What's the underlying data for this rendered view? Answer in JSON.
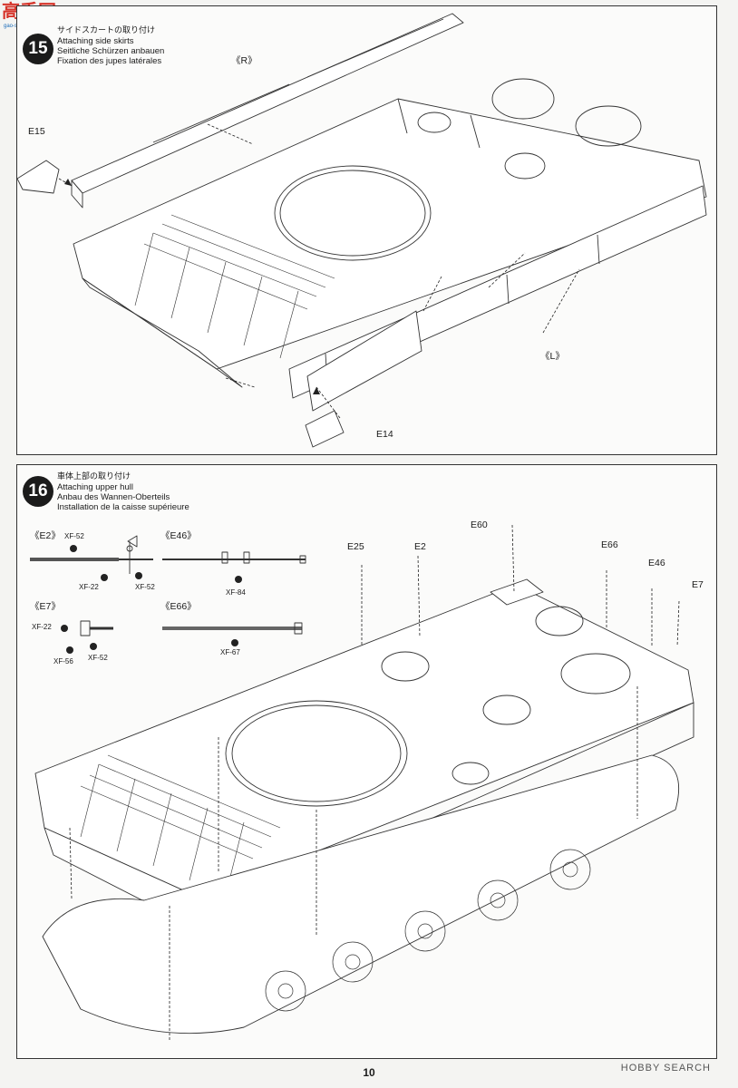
{
  "watermark": {
    "logo_text": "高手网",
    "url": "gao-shoufu.com"
  },
  "steps": [
    {
      "number": "15",
      "title_jp": "サイドスカートの取り付け",
      "title_en": "Attaching side skirts",
      "title_de": "Seitliche Schürzen anbauen",
      "title_fr": "Fixation des jupes latérales",
      "labels": {
        "r_side": "《R》",
        "l_side": "《L》",
        "e15": "E15",
        "e14": "E14"
      }
    },
    {
      "number": "16",
      "title_jp": "車体上部の取り付け",
      "title_en": "Attaching upper hull",
      "title_de": "Anbau des Wannen-Oberteils",
      "title_fr": "Installation de la caisse supérieure",
      "details": {
        "e2": {
          "title": "《E2》",
          "xf52a": "XF-52",
          "xf22": "XF-22",
          "xf52b": "XF-52"
        },
        "e46": {
          "title": "《E46》",
          "xf84": "XF-84"
        },
        "e7": {
          "title": "《E7》",
          "xf22": "XF-22",
          "xf56": "XF-56",
          "xf52": "XF-52"
        },
        "e66": {
          "title": "《E66》",
          "xf67": "XF-67"
        }
      },
      "labels": {
        "e25": "E25",
        "e2": "E2",
        "e60": "E60",
        "e66": "E66",
        "e46": "E46",
        "e7": "E7"
      }
    }
  ],
  "footer": {
    "page_number": "10",
    "mark": "HOBBY SEARCH"
  }
}
